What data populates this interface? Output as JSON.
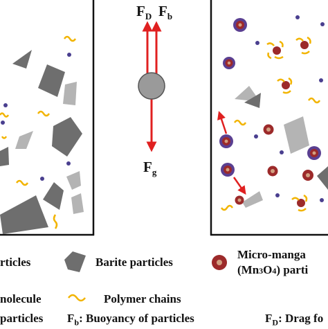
{
  "diagram": {
    "forces": {
      "drag": {
        "symbol": "F",
        "subscript": "D"
      },
      "buoyancy": {
        "symbol": "F",
        "subscript": "b"
      },
      "gravity": {
        "symbol": "F",
        "subscript": "g"
      }
    },
    "legend": {
      "row1_col1": "rticles",
      "row1_col2": "Barite particles",
      "row1_col3_line1": "Micro-manga",
      "row1_col3_line2_pre": "(Mn",
      "row1_col3_line2_sub1": "3",
      "row1_col3_line2_mid": "O",
      "row1_col3_line2_sub2": "4",
      "row1_col3_line2_post": ") parti",
      "row2_col1": "nolecule",
      "row2_col2": "Polymer chains",
      "row3_col1": "particles",
      "row3_col2_symbol": "F",
      "row3_col2_sub": "b",
      "row3_col2_text": ": Buoyancy of particles",
      "row3_col3_symbol": "F",
      "row3_col3_sub": "D",
      "row3_col3_text": ": Drag fo"
    },
    "colors": {
      "barite_dark": "#6e6e6e",
      "barite_light": "#b4b4b4",
      "polymer_chain": "#f2b400",
      "small_molecule": "#4a3f8f",
      "mn3o4_outer": "#5a3f91",
      "mn3o4_inner": "#9c2a2a",
      "arrow_red": "#e02020",
      "particle_gray": "#9a9a9a"
    }
  }
}
